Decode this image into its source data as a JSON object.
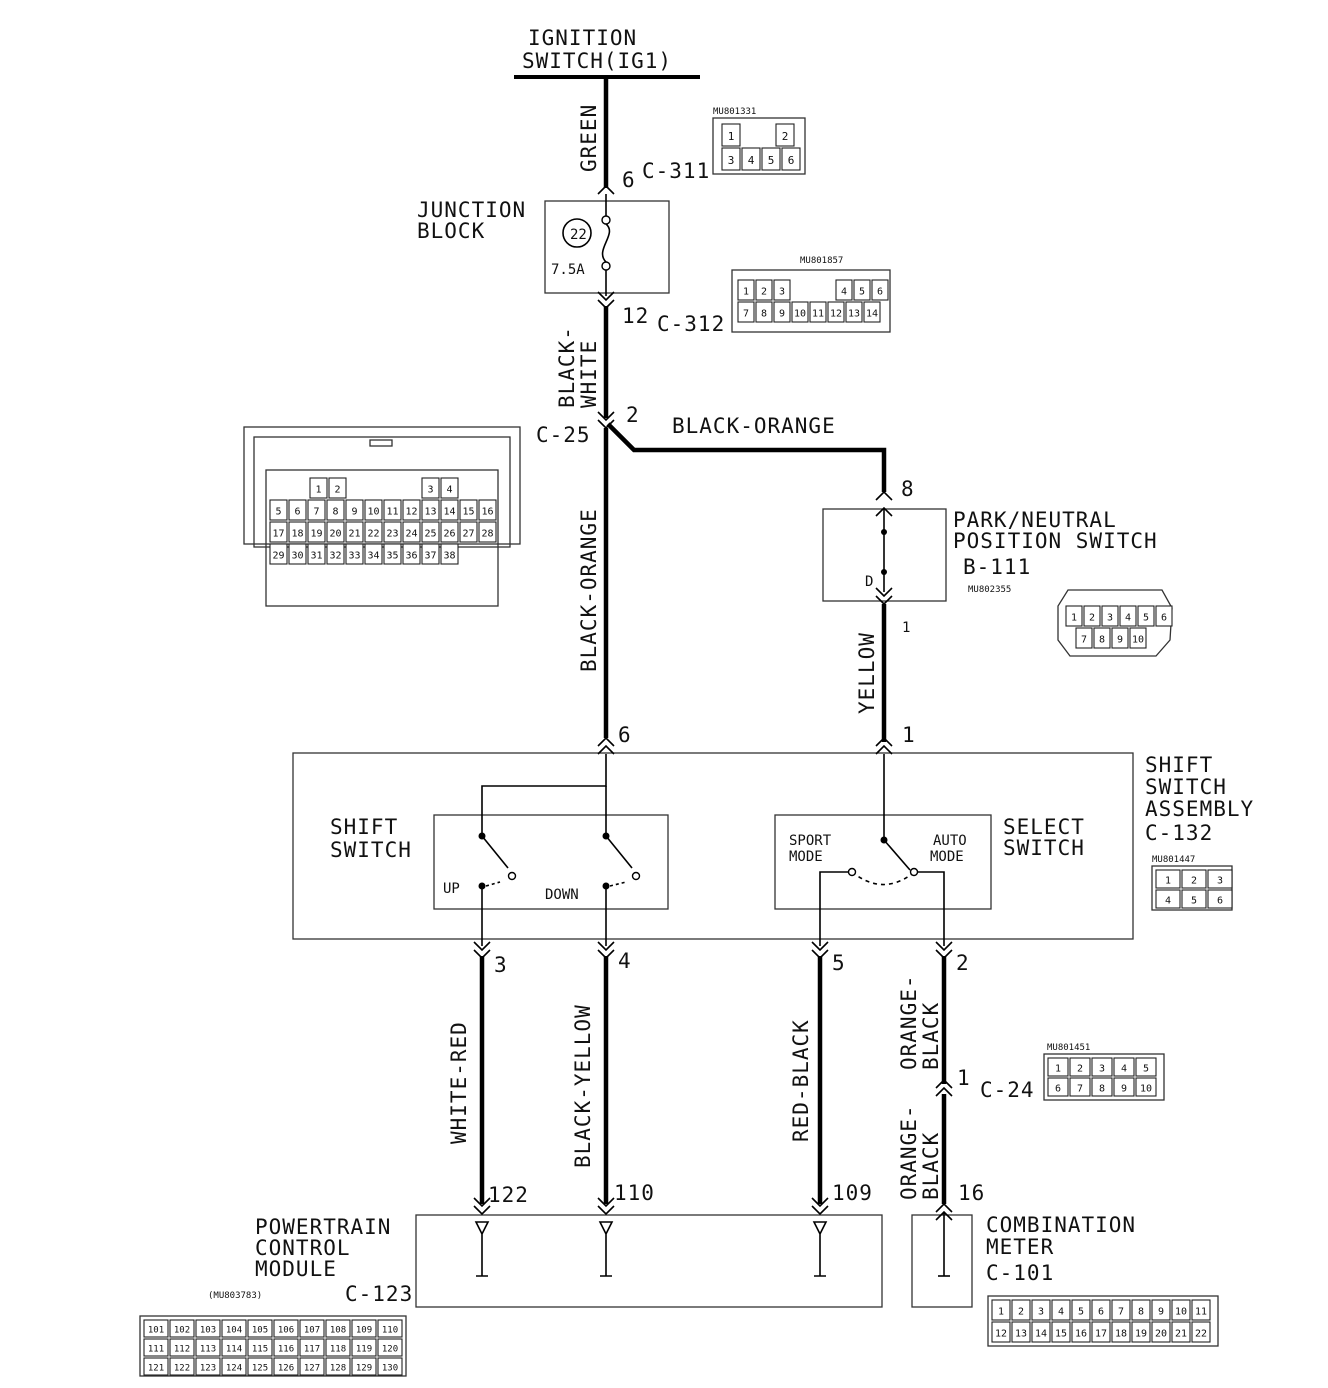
{
  "ignition": {
    "line1": "IGNITION",
    "line2": "SWITCH(IG1)"
  },
  "junction_block": {
    "line1": "JUNCTION",
    "line2": "BLOCK",
    "fuse_number": "22",
    "fuse_rating": "7.5A"
  },
  "wires": {
    "green": "GREEN",
    "black_white": "BLACK-\nWHITE",
    "black_orange_vertical": "BLACK-ORANGE",
    "black_orange_horizontal": "BLACK-ORANGE",
    "yellow": "YELLOW",
    "white_red": "WHITE-RED",
    "black_yellow": "BLACK-YELLOW",
    "red_black": "RED-BLACK",
    "orange_black_upper": "ORANGE-\nBLACK",
    "orange_black_lower": "ORANGE-\nBLACK"
  },
  "connectors": {
    "c311": {
      "id": "C-311",
      "pin": "6",
      "part": "MU801331",
      "cells": [
        "1",
        "2",
        "3",
        "4",
        "5",
        "6"
      ]
    },
    "c312": {
      "id": "C-312",
      "pin": "12",
      "part": "MU801857",
      "cells": [
        "1",
        "2",
        "3",
        "4",
        "5",
        "6",
        "7",
        "8",
        "9",
        "10",
        "11",
        "12",
        "13",
        "14"
      ]
    },
    "c25": {
      "id": "C-25",
      "pin": "2",
      "cells": [
        "1",
        "2",
        "3",
        "4",
        "5",
        "6",
        "7",
        "8",
        "9",
        "10",
        "11",
        "12",
        "13",
        "14",
        "15",
        "16",
        "17",
        "18",
        "19",
        "20",
        "21",
        "22",
        "23",
        "24",
        "25",
        "26",
        "27",
        "28",
        "29",
        "30",
        "31",
        "32",
        "33",
        "34",
        "35",
        "36",
        "37",
        "38"
      ]
    },
    "b111": {
      "id": "B-111",
      "pin_top": "8",
      "pin_bottom": "1",
      "part": "MU802355",
      "cells": [
        "1",
        "2",
        "3",
        "4",
        "5",
        "6",
        "7",
        "8",
        "9",
        "10"
      ]
    },
    "c132": {
      "id": "C-132",
      "part": "MU801447",
      "cells": [
        "1",
        "2",
        "3",
        "4",
        "5",
        "6"
      ]
    },
    "c24": {
      "id": "C-24",
      "pin": "1",
      "part": "MU801451",
      "cells": [
        "1",
        "2",
        "3",
        "4",
        "5",
        "6",
        "7",
        "8",
        "9",
        "10"
      ]
    },
    "c123": {
      "id": "C-123",
      "part": "(MU803783)",
      "cells": [
        "101",
        "102",
        "103",
        "104",
        "105",
        "106",
        "107",
        "108",
        "109",
        "110",
        "111",
        "112",
        "113",
        "114",
        "115",
        "116",
        "117",
        "118",
        "119",
        "120",
        "121",
        "122",
        "123",
        "124",
        "125",
        "126",
        "127",
        "128",
        "129",
        "130"
      ]
    },
    "c101": {
      "id": "C-101",
      "cells": [
        "1",
        "2",
        "3",
        "4",
        "5",
        "6",
        "7",
        "8",
        "9",
        "10",
        "11",
        "12",
        "13",
        "14",
        "15",
        "16",
        "17",
        "18",
        "19",
        "20",
        "21",
        "22"
      ]
    }
  },
  "park_neutral": {
    "line1": "PARK/NEUTRAL",
    "line2": "POSITION SWITCH",
    "position": "D"
  },
  "shift_assembly": {
    "line1": "SHIFT",
    "line2": "SWITCH",
    "line3": "ASSEMBLY",
    "pin_top_left": "6",
    "pin_top_right": "1",
    "pins_bottom": [
      "3",
      "4",
      "5",
      "2"
    ]
  },
  "shift_switch": {
    "line1": "SHIFT",
    "line2": "SWITCH",
    "up": "UP",
    "down": "DOWN"
  },
  "select_switch": {
    "line1": "SELECT",
    "line2": "SWITCH",
    "sport1": "SPORT",
    "sport2": "MODE",
    "auto1": "AUTO",
    "auto2": "MODE"
  },
  "pcm": {
    "line1": "POWERTRAIN",
    "line2": "CONTROL",
    "line3": "MODULE",
    "pins": [
      "122",
      "110",
      "109"
    ]
  },
  "meter": {
    "line1": "COMBINATION",
    "line2": "METER",
    "pin": "16"
  }
}
